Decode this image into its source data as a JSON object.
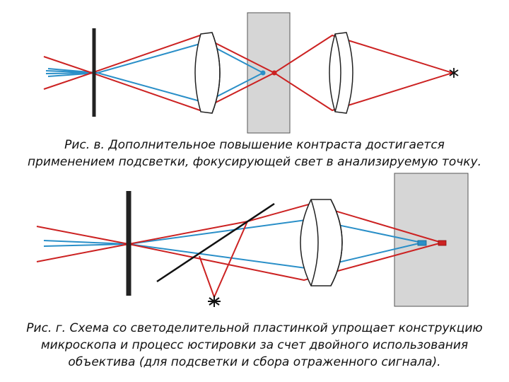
{
  "figure_c": {
    "caption_line1": "Рис. в.  Дополнительное повышение контраста достигается",
    "caption_line2": "применением подсветки, фокусирующей свет в анализируемую точку."
  },
  "figure_d": {
    "caption_line1": "Рис. г.  Схема со светоделительной пластинкой упрощает конструкцию",
    "caption_line2": "микроскопа и процесс юстировки за счет двойного использования",
    "caption_line3": "объектива (для подсветки и сбора отраженного сигнала)."
  },
  "colors": {
    "red_beam": "#cc2222",
    "blue_beam": "#2a8fc8",
    "aperture": "#222222",
    "sample": "#d6d6d6",
    "lens": "#ffffff"
  },
  "icons": {
    "source_star": "asterisk-icon"
  }
}
